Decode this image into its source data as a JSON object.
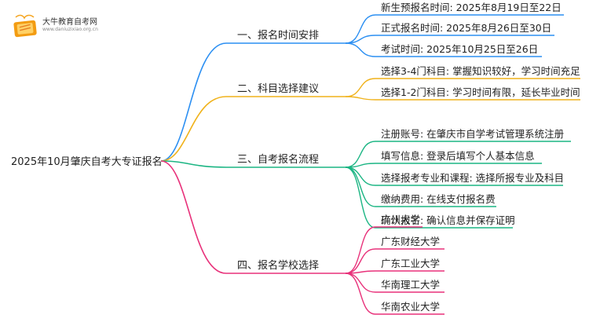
{
  "logo": {
    "site_name": "大牛教育自考网",
    "url": "www.daniuzixiao.org.cn"
  },
  "mindmap": {
    "root": "2025年10月肇庆自考大专证报名",
    "branches": [
      {
        "label": "一、报名时间安排",
        "color": "#2b8ff2",
        "leaves": [
          "新生预报名时间: 2025年8月19日至22日",
          "正式报名时间: 2025年8月26日至30日",
          "考试时间: 2025年10月25日至26日"
        ]
      },
      {
        "label": "二、科目选择建议",
        "color": "#f0b21a",
        "leaves": [
          "选择3-4门科目: 掌握知识较好，学习时间充足",
          "选择1-2门科目: 学习时间有限，延长毕业时间"
        ]
      },
      {
        "label": "三、自考报名流程",
        "color": "#1bb583",
        "leaves": [
          "注册账号: 在肇庆市自学考试管理系统注册",
          "填写信息: 登录后填写个人基本信息",
          "选择报考专业和课程: 选择所报专业及科目",
          "缴纳费用: 在线支付报名费",
          "确认报名: 确认信息并保存证明"
        ]
      },
      {
        "label": "四、报名学校选择",
        "color": "#e8317a",
        "leaves": [
          "广州大学",
          "广东财经大学",
          "广东工业大学",
          "华南理工大学",
          "华南农业大学"
        ]
      }
    ]
  }
}
